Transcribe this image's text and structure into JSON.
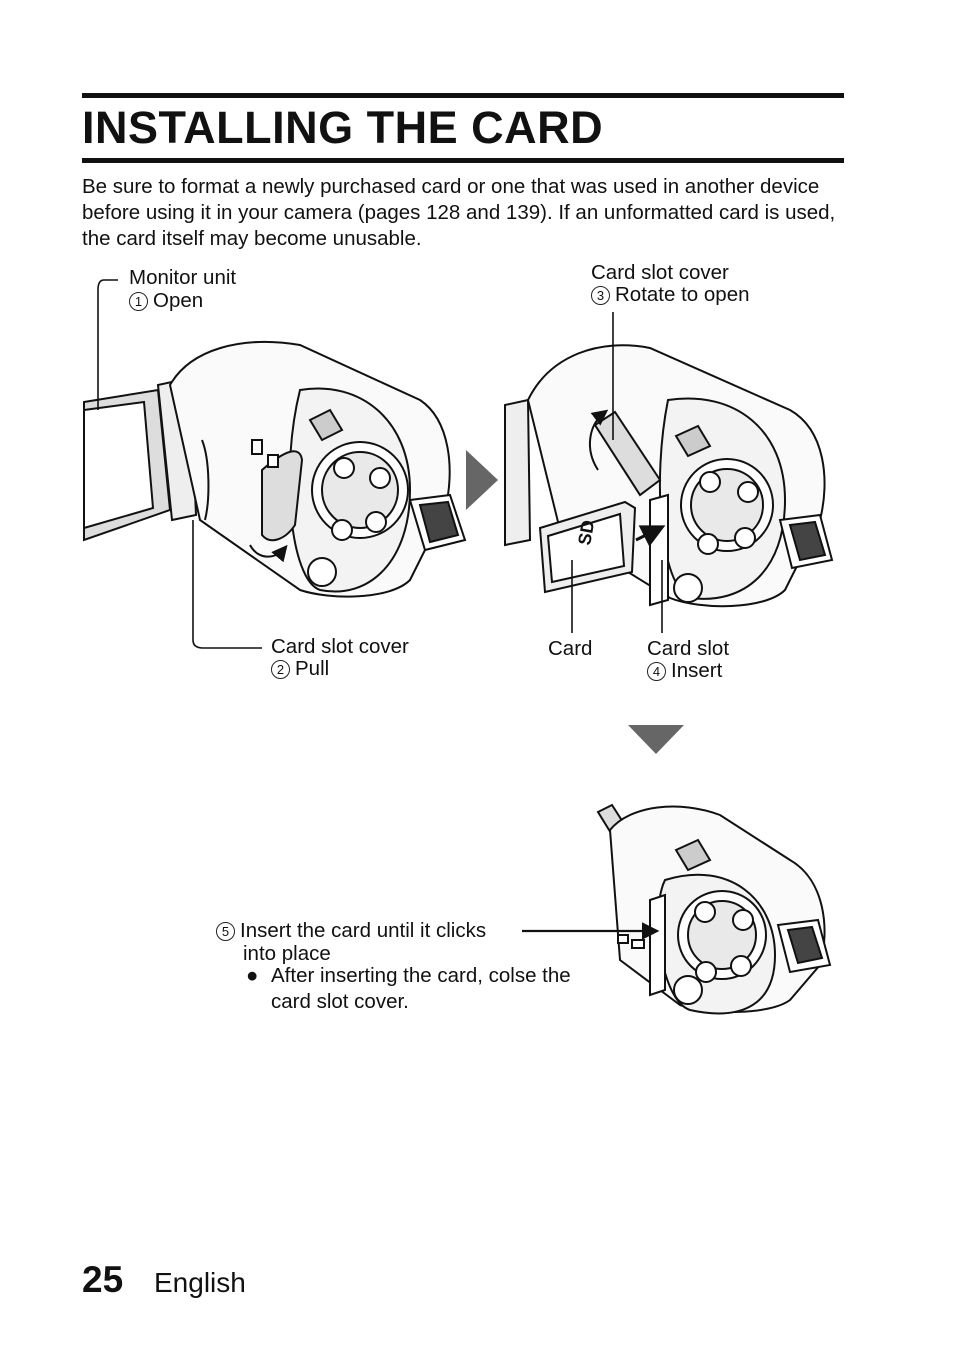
{
  "page": {
    "title": "INSTALLING THE CARD",
    "intro": "Be sure to format a newly purchased card or one that was used in another device before using it in your camera (pages 128 and 139). If an unformatted card is used, the card itself may become unusable."
  },
  "labels": {
    "monitor_unit": "Monitor unit",
    "step1_num": "1",
    "step1": "Open",
    "card_slot_cover_1": "Card slot cover",
    "step2_num": "2",
    "step2": "Pull",
    "card_slot_cover_2": "Card slot cover",
    "step3_num": "3",
    "step3": "Rotate to open",
    "card": "Card",
    "card_slot": "Card slot",
    "step4_num": "4",
    "step4": "Insert",
    "step5_num": "5",
    "step5_line1": "Insert the card until it clicks",
    "step5_line2": "into place",
    "bullet": "After inserting the card, colse the card slot cover.",
    "sd_logo": "SD"
  },
  "footer": {
    "page_number": "25",
    "language": "English"
  }
}
